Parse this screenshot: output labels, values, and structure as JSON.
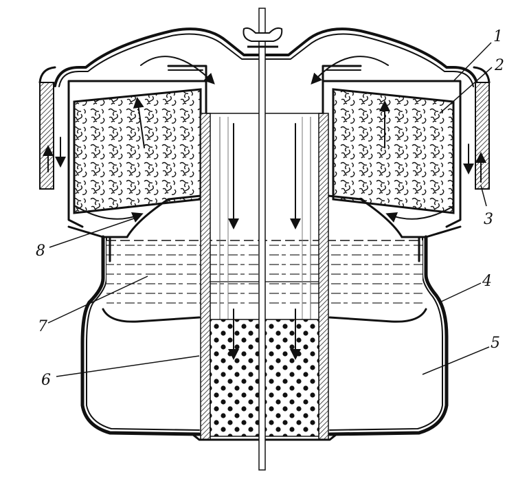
{
  "diagram": {
    "labels": [
      {
        "id": "part-1",
        "text": "1"
      },
      {
        "id": "part-2",
        "text": "2"
      },
      {
        "id": "part-3",
        "text": "3"
      },
      {
        "id": "part-4",
        "text": "4"
      },
      {
        "id": "part-5",
        "text": "5"
      },
      {
        "id": "part-6",
        "text": "6"
      },
      {
        "id": "part-7",
        "text": "7"
      },
      {
        "id": "part-8",
        "text": "8"
      }
    ]
  }
}
